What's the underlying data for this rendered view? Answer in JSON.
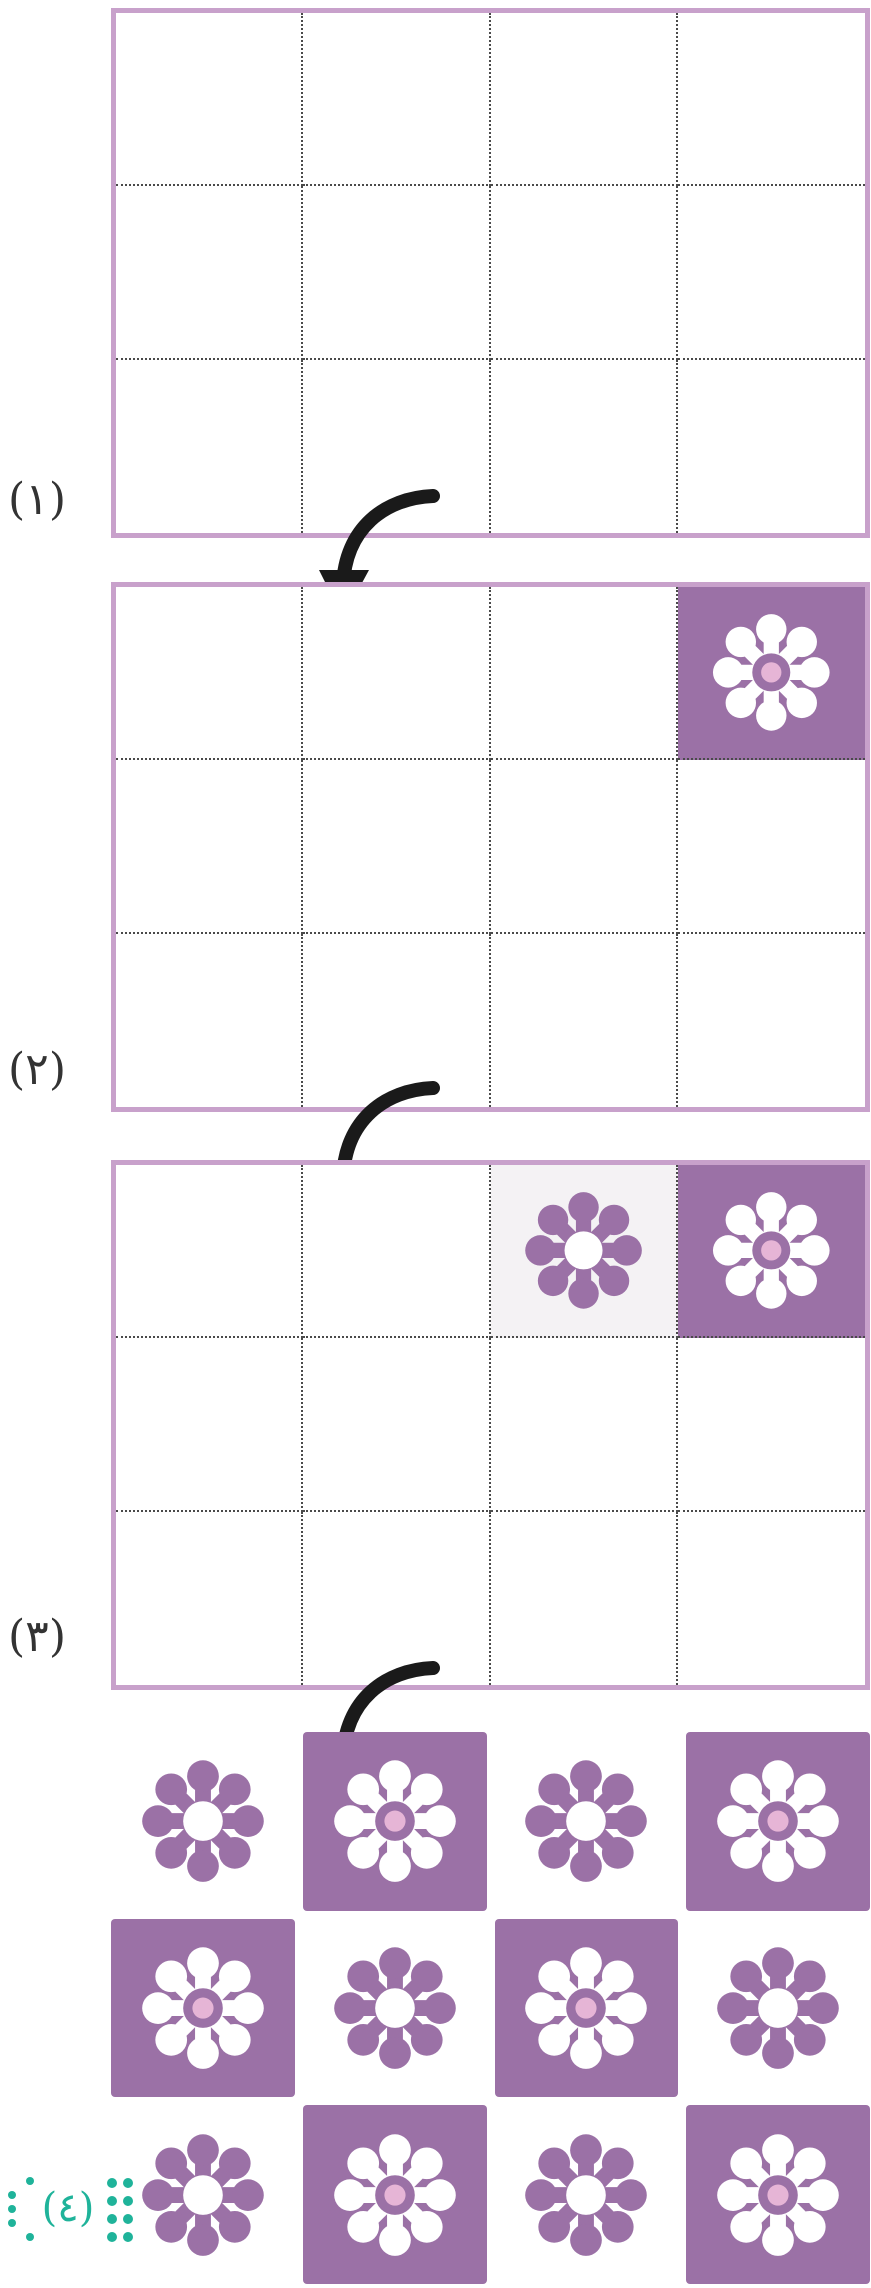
{
  "step_labels": [
    "(١)",
    "(٢)",
    "(٣)",
    "(٤)"
  ],
  "colors": {
    "panel_border": "#c8a1cb",
    "tile_dark": "#9b71a6",
    "flower_light": "#ffffff",
    "flower_purple": "#9b71a6",
    "center_pink": "#e6b5d6",
    "grid_line": "#4a4a4a",
    "arrow": "#1a1a1a",
    "label4_dots": "#1fb39a"
  },
  "icons": {
    "arrow": "curved-arrow-down-left",
    "flower": "eight-petal-flower"
  },
  "panels": [
    {
      "step": 1,
      "rows": 3,
      "cols": 4,
      "filled": []
    },
    {
      "step": 2,
      "rows": 3,
      "cols": 4,
      "filled": [
        {
          "row": 0,
          "col": 3,
          "style": "dark"
        }
      ]
    },
    {
      "step": 3,
      "rows": 3,
      "cols": 4,
      "filled": [
        {
          "row": 0,
          "col": 3,
          "style": "dark"
        },
        {
          "row": 0,
          "col": 2,
          "style": "light"
        }
      ]
    }
  ],
  "final_pattern": [
    [
      "light",
      "dark",
      "light",
      "dark"
    ],
    [
      "dark",
      "light",
      "dark",
      "light"
    ],
    [
      "light",
      "dark",
      "light",
      "dark"
    ]
  ]
}
